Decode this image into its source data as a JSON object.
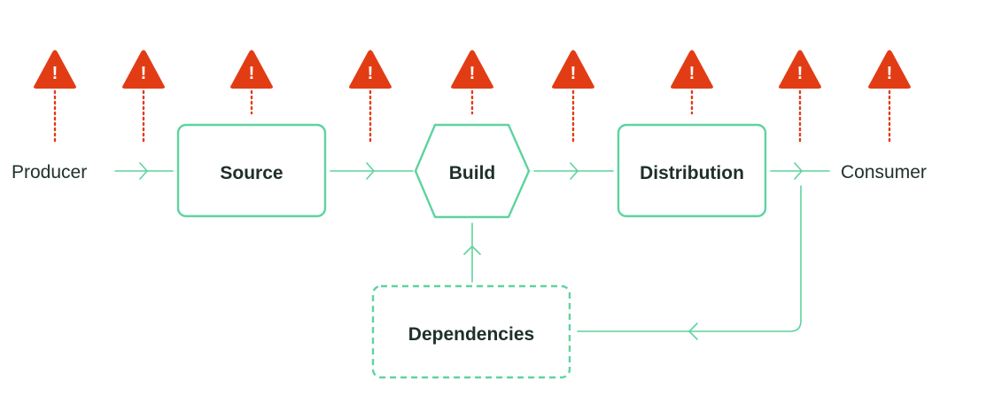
{
  "colors": {
    "flow": "#5fd39e",
    "warning": "#e23c15",
    "text": "#1f2f2b"
  },
  "icons": {
    "warning": "warning-triangle-icon",
    "warning_mark": "!"
  },
  "endpoints": {
    "producer": "Producer",
    "consumer": "Consumer"
  },
  "stages": {
    "source": "Source",
    "build": "Build",
    "distribution": "Distribution",
    "dependencies": "Dependencies"
  },
  "threats": [
    {
      "id": "producer"
    },
    {
      "id": "producer-to-source"
    },
    {
      "id": "source"
    },
    {
      "id": "source-to-build"
    },
    {
      "id": "build"
    },
    {
      "id": "build-to-distribution"
    },
    {
      "id": "distribution"
    },
    {
      "id": "distribution-to-consumer"
    },
    {
      "id": "consumer"
    }
  ]
}
